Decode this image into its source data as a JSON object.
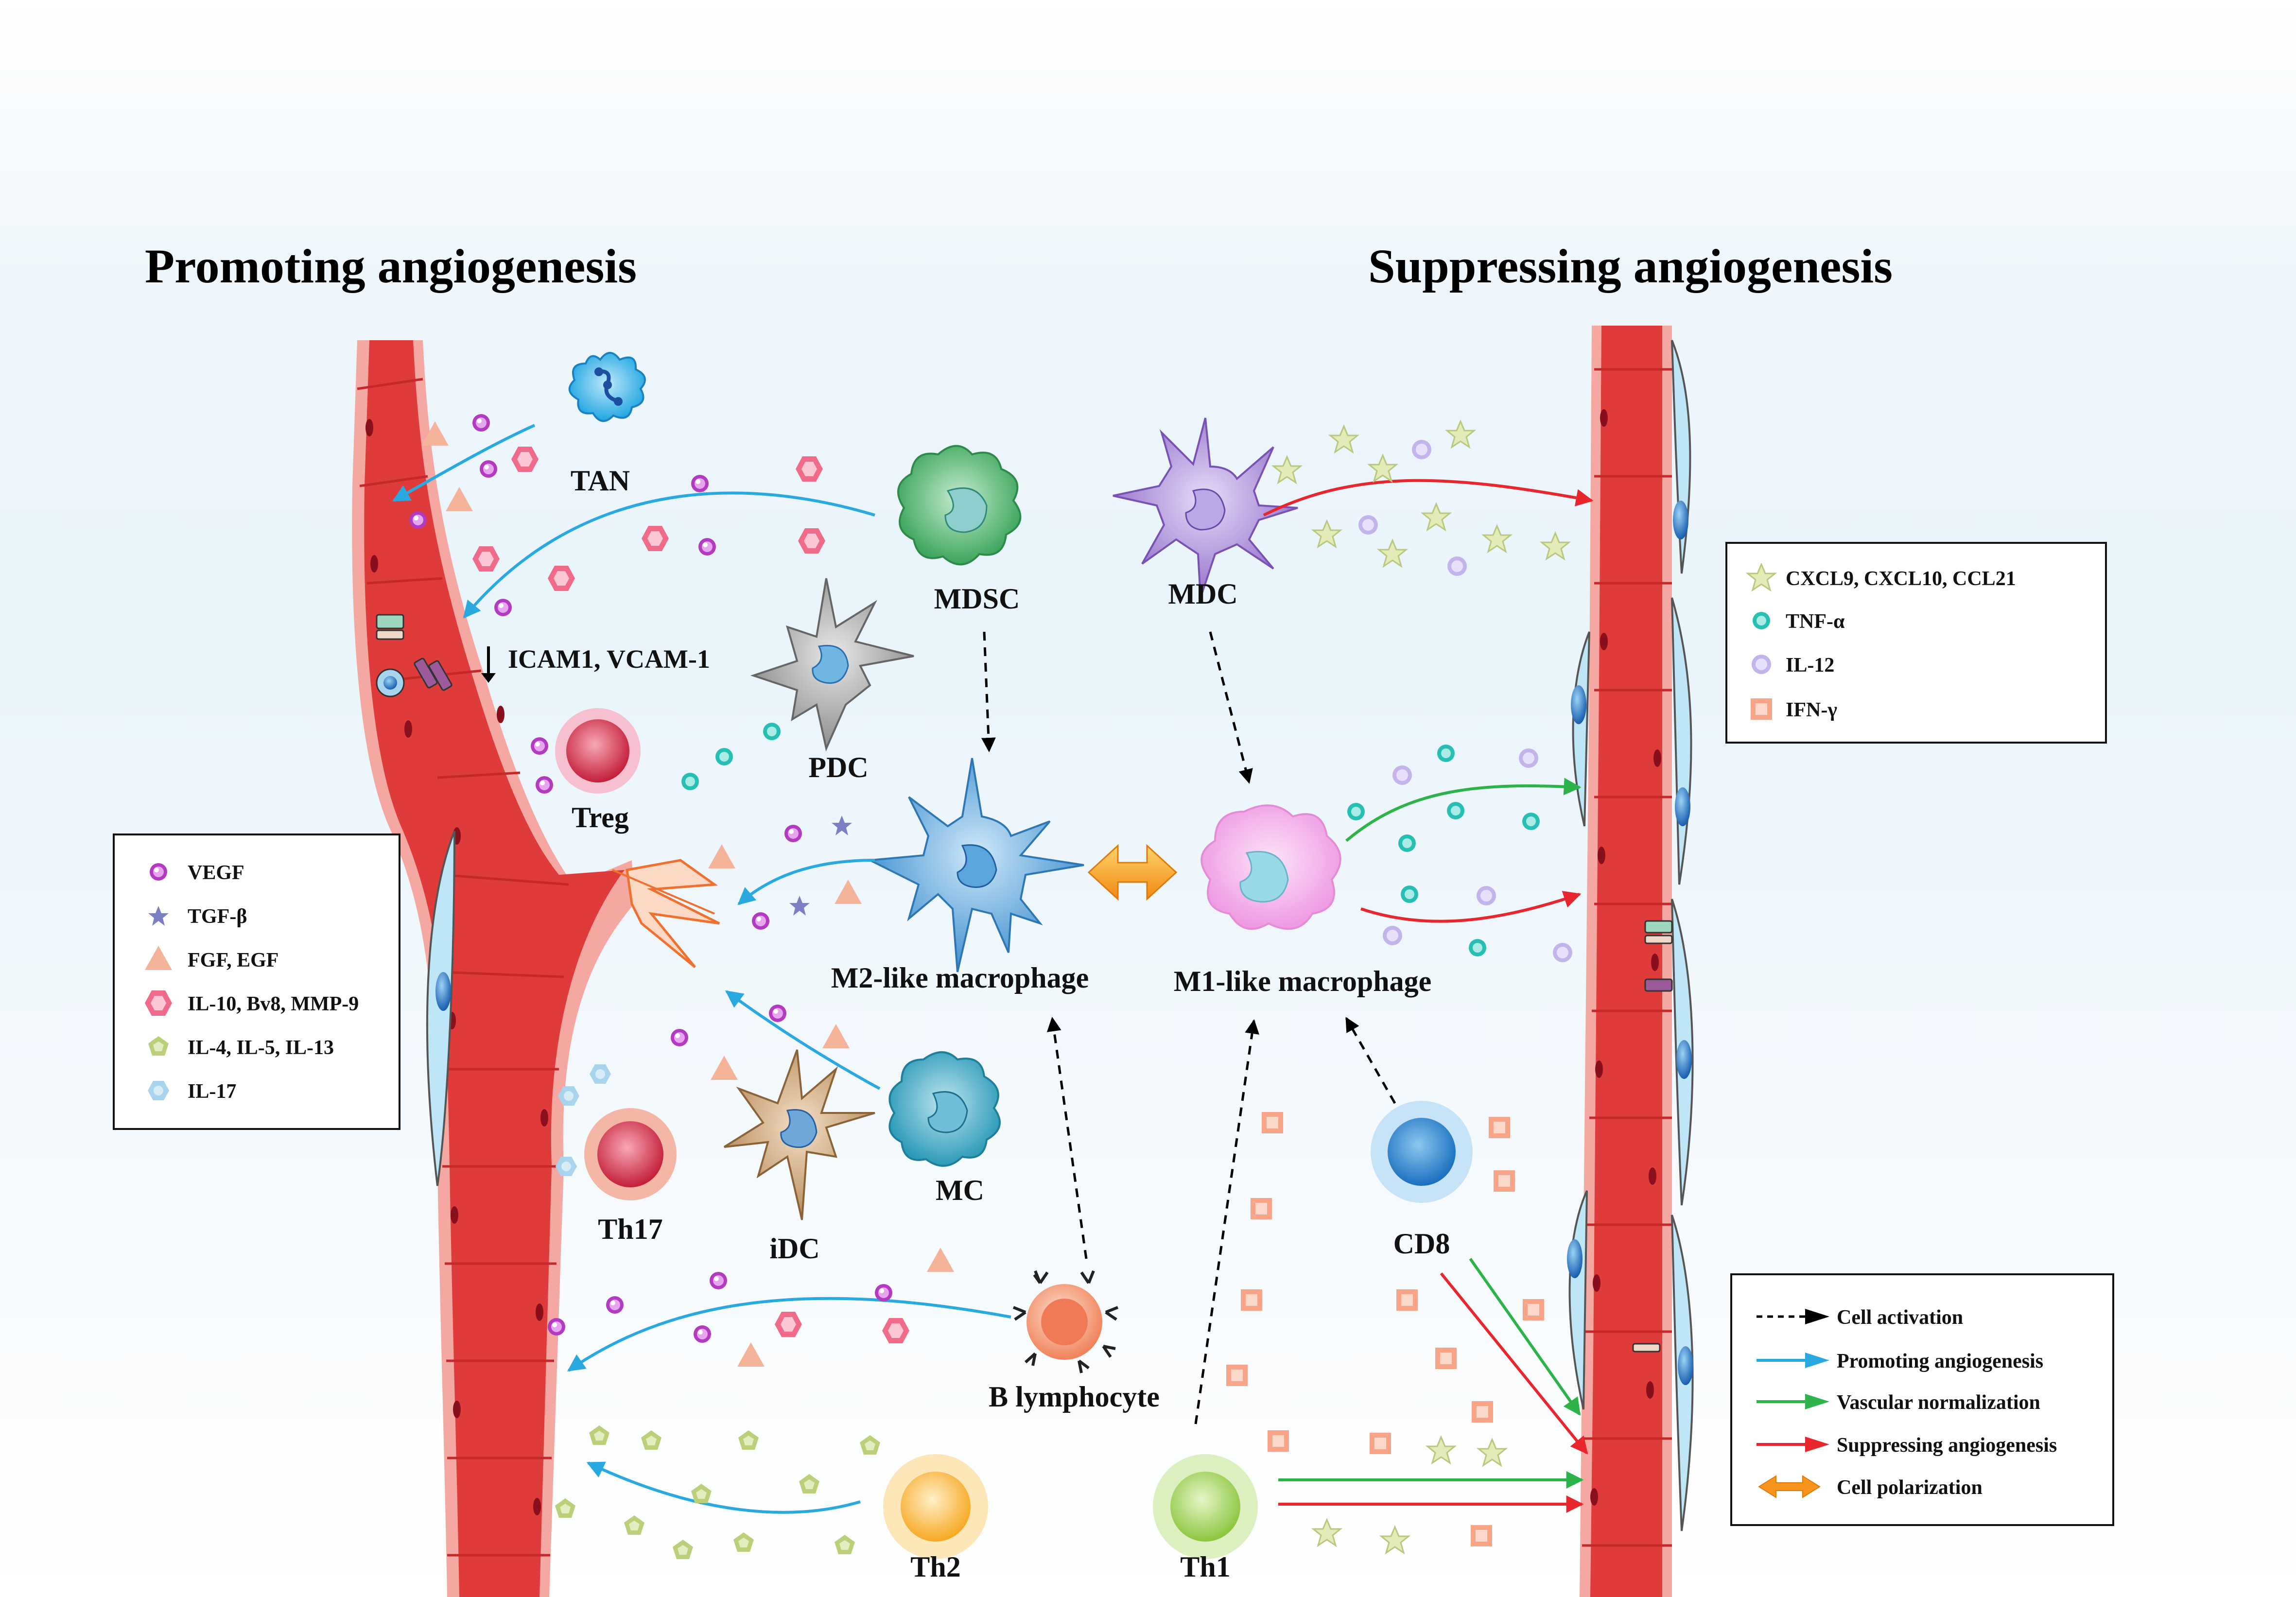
{
  "headings": {
    "left": "Promoting angiogenesis",
    "right": "Suppressing angiogenesis"
  },
  "cells": {
    "tan": "TAN",
    "mdsc": "MDSC",
    "mdc": "MDC",
    "pdc": "PDC",
    "treg": "Treg",
    "m2": "M2-like macrophage",
    "m1": "M1-like macrophage",
    "th17": "Th17",
    "idc": "iDC",
    "mc": "MC",
    "cd8": "CD8",
    "b": "B lymphocyte",
    "th2": "Th2",
    "th1": "Th1"
  },
  "annotation": "ICAM1, VCAM-1",
  "left_legend": [
    {
      "icon": "vegf-circle-icon",
      "label": "VEGF",
      "color": "#b23bc0"
    },
    {
      "icon": "tgf-star-icon",
      "label": "TGF-β",
      "color": "#7d7fc4"
    },
    {
      "icon": "fgf-triangle-icon",
      "label": "FGF, EGF",
      "color": "#f5b49a"
    },
    {
      "icon": "il10-hexagon-icon",
      "label": "IL-10, Bv8, MMP-9",
      "color": "#f06a8a"
    },
    {
      "icon": "il4-pentagon-icon",
      "label": "IL-4, IL-5, IL-13",
      "color": "#bcd07a"
    },
    {
      "icon": "il17-circle-icon",
      "label": "IL-17",
      "color": "#a9d4ee"
    }
  ],
  "right_legend": [
    {
      "icon": "cxcl-star-icon",
      "label": "CXCL9, CXCL10, CCL21",
      "color": "#e3ebb8"
    },
    {
      "icon": "tnf-circle-icon",
      "label": "TNF-α",
      "color": "#27bfb4"
    },
    {
      "icon": "il12-circle-icon",
      "label": "IL-12",
      "color": "#c3b4ec"
    },
    {
      "icon": "ifn-square-icon",
      "label": "IFN-γ",
      "color": "#f7a489"
    }
  ],
  "arrow_legend": [
    {
      "icon": "cell-activation-arrow-icon",
      "label": "Cell activation",
      "color": "#000000"
    },
    {
      "icon": "promoting-arrow-icon",
      "label": "Promoting angiogenesis",
      "color": "#29a9e0"
    },
    {
      "icon": "normalization-arrow-icon",
      "label": "Vascular normalization",
      "color": "#2db34a"
    },
    {
      "icon": "suppressing-arrow-icon",
      "label": "Suppressing angiogenesis",
      "color": "#e8262d"
    },
    {
      "icon": "polarization-arrow-icon",
      "label": "Cell polarization",
      "color": "#f7941d"
    }
  ]
}
